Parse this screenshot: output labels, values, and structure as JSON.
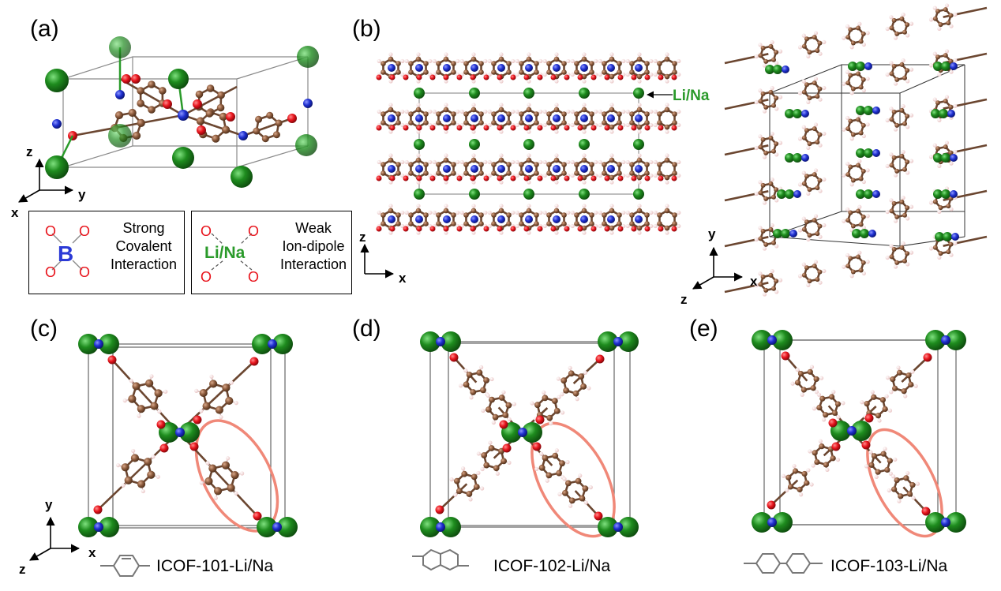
{
  "panels": {
    "a": "(a)",
    "b": "(b)",
    "c": "(c)",
    "d": "(d)",
    "e": "(e)"
  },
  "axes": {
    "x": "x",
    "y": "y",
    "z": "z"
  },
  "legend_boron": {
    "atom": "B",
    "o": "O",
    "text": [
      "Strong",
      "Covalent",
      "Interaction"
    ]
  },
  "legend_lina": {
    "atom": "Li/Na",
    "o": "O",
    "text": [
      "Weak",
      "Ion-dipole",
      "Interaction"
    ]
  },
  "panel_b_label": "Li/Na",
  "captions": {
    "c": "ICOF-101-Li/Na",
    "d": "ICOF-102-Li/Na",
    "e": "ICOF-103-Li/Na"
  },
  "colors": {
    "lina": "#1e8c1e",
    "boron": "#1e2fd0",
    "oxygen": "#e8141c",
    "carbon": "#8b5a3c",
    "hydrogen": "#f2d6d6",
    "highlight": "#f08878",
    "linker": "#777777"
  }
}
